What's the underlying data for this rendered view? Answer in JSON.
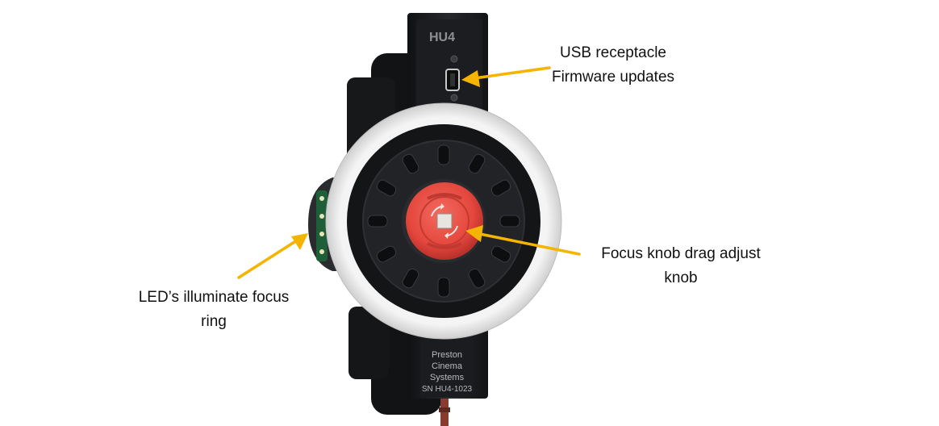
{
  "device": {
    "model_label": "HU4",
    "maker_lines": [
      "Preston",
      "Cinema",
      "Systems"
    ],
    "serial_label": "SN HU4-1023"
  },
  "callouts": {
    "usb": {
      "line1": "USB receptacle",
      "line2": "Firmware updates"
    },
    "knob": {
      "line1": "Focus knob drag adjust",
      "line2": "knob"
    },
    "led": {
      "line1": "LED’s illuminate focus",
      "line2": "ring"
    }
  },
  "colors": {
    "arrow": "#F5B400",
    "body": "#1b1c1e",
    "knob": "#e8453e",
    "focus_ring": "#ededed"
  }
}
